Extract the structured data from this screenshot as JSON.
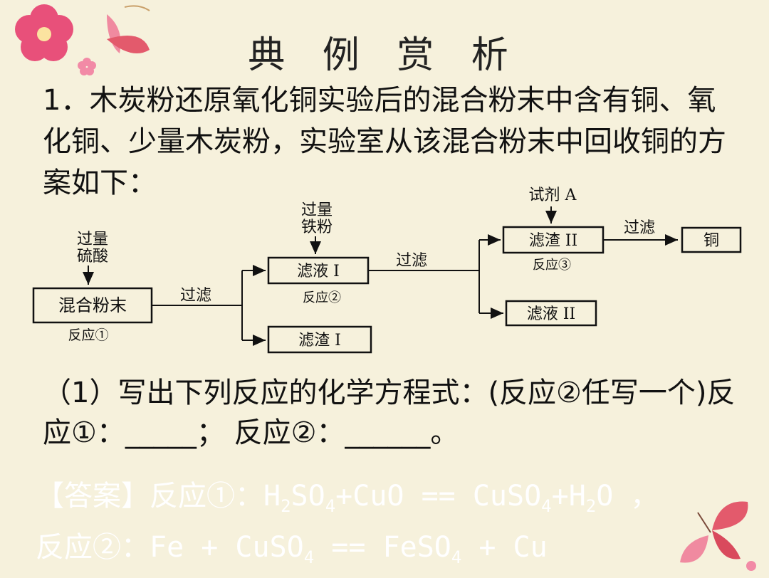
{
  "title": "典 例 赏 析",
  "question": {
    "intro": "1．木炭粉还原氧化铜实验后的混合粉末中含有铜、氧化铜、少量木炭粉，实验室从该混合粉末中回收铜的方案如下："
  },
  "flowchart": {
    "reagent_1_line1": "过量",
    "reagent_1_line2": "硫酸",
    "reagent_2_line1": "过量",
    "reagent_2_line2": "铁粉",
    "reagent_3": "试剂 A",
    "box_mixed": "混合粉末",
    "label_reaction1": "反应①",
    "filter_1": "过滤",
    "box_filtrate1": "滤液 I",
    "label_reaction2": "反应②",
    "box_residue1": "滤渣 I",
    "filter_2": "过滤",
    "box_residue2": "滤渣 II",
    "label_reaction3": "反应③",
    "filter_3": "过滤",
    "box_copper": "铜",
    "box_filtrate2": "滤液 II"
  },
  "sub_question": {
    "text": "（1）写出下列反应的化学方程式：(反应②任写一个)反应①：_____；  反应②：______。"
  },
  "answer": {
    "prefix": "【答案】反应①：",
    "eq1_p1": "H",
    "eq1_s1": "2",
    "eq1_p2": "SO",
    "eq1_s2": "4",
    "eq1_p3": "+CuO == CuSO",
    "eq1_s3": "4",
    "eq1_p4": "+H",
    "eq1_s4": "2",
    "eq1_p5": "O ，",
    "line2_prefix": "反应②：",
    "eq2_p1": "Fe + CuSO",
    "eq2_s1": "4",
    "eq2_p2": " == FeSO",
    "eq2_s2": "4",
    "eq2_p3": " + Cu"
  },
  "colors": {
    "background": "#f6f1dc",
    "flower_pink": "#e8507a",
    "butterfly": "#e35a6c",
    "answer_text": "#ffffff"
  }
}
